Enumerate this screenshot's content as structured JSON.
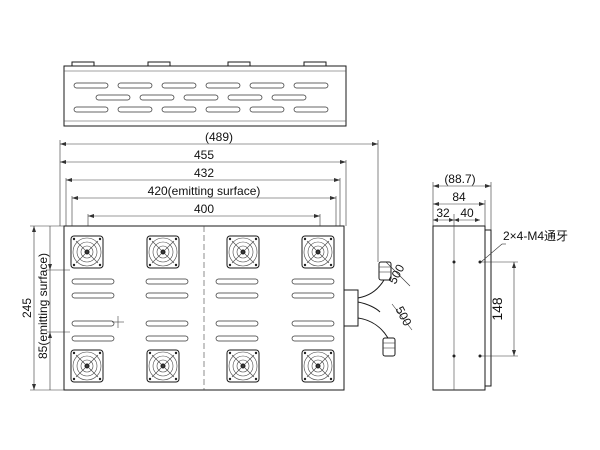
{
  "dims": {
    "d489": "(489)",
    "d455": "455",
    "d432": "432",
    "d420": "420(emitting surface)",
    "d400": "400",
    "d245": "245",
    "d85": "85(emitting surface)",
    "d500a": "500",
    "d500b": "500",
    "d88": "(88.7)",
    "d84": "84",
    "d32": "32",
    "d40": "40",
    "d148": "148",
    "screw": "2×4-M4通牙"
  }
}
